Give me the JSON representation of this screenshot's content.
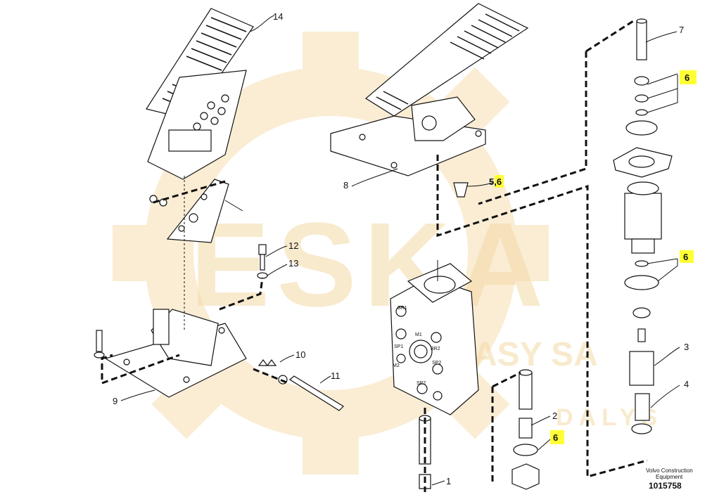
{
  "watermark": {
    "logo_text": "ESKA",
    "subtext_main": "EASY SA",
    "subtext_sub": "DALYS",
    "color": "#f3d9a6"
  },
  "labels": {
    "l14": "14",
    "l8": "8",
    "l56": "5,6",
    "l7": "7",
    "l6a": "6",
    "l6b": "6",
    "l6c": "6",
    "l12": "12",
    "l13": "13",
    "l10": "10",
    "l11": "11",
    "l9": "9",
    "l3": "3",
    "l4": "4",
    "l2": "2",
    "l1": "1"
  },
  "ports": {
    "br1": "BR1",
    "m1": "M1",
    "sp1": "SP1",
    "br2": "BR2",
    "m2": "M2",
    "sp2a": "SP2",
    "sp2b": "SP2"
  },
  "footer": {
    "company_line1": "Volvo Construction",
    "company_line2": "Equipment",
    "drawing_id": "1015758"
  },
  "highlight_color": "#ffff33"
}
